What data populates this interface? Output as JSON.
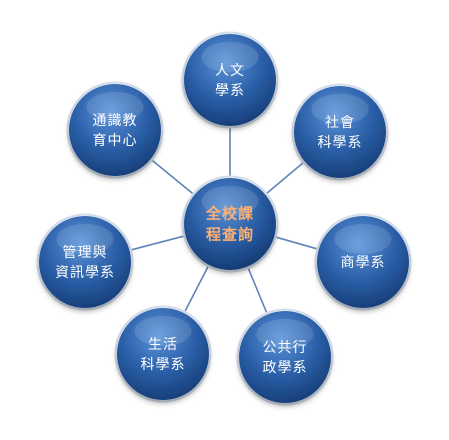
{
  "center": {
    "lines": [
      "全校課",
      "程查詢"
    ]
  },
  "nodes": [
    {
      "key": "humanities",
      "lines": [
        "人文",
        "學系"
      ]
    },
    {
      "key": "social-science",
      "lines": [
        "社會",
        "科學系"
      ]
    },
    {
      "key": "business",
      "lines": [
        "商學系"
      ]
    },
    {
      "key": "public-admin",
      "lines": [
        "公共行",
        "政學系"
      ]
    },
    {
      "key": "life-science",
      "lines": [
        "生活",
        "科學系"
      ]
    },
    {
      "key": "mis",
      "lines": [
        "管理與",
        "資訊學系"
      ]
    },
    {
      "key": "general-education",
      "lines": [
        "通識教",
        "育中心"
      ]
    }
  ],
  "colors": {
    "node_fill_light": "#3f78c4",
    "node_fill_dark": "#163f7c",
    "center_fill_light": "#3e74bf",
    "center_fill_dark": "#123a74",
    "center_text": "#ffb070",
    "connector": "#5f84b8",
    "ring": "#d6e1f0"
  }
}
